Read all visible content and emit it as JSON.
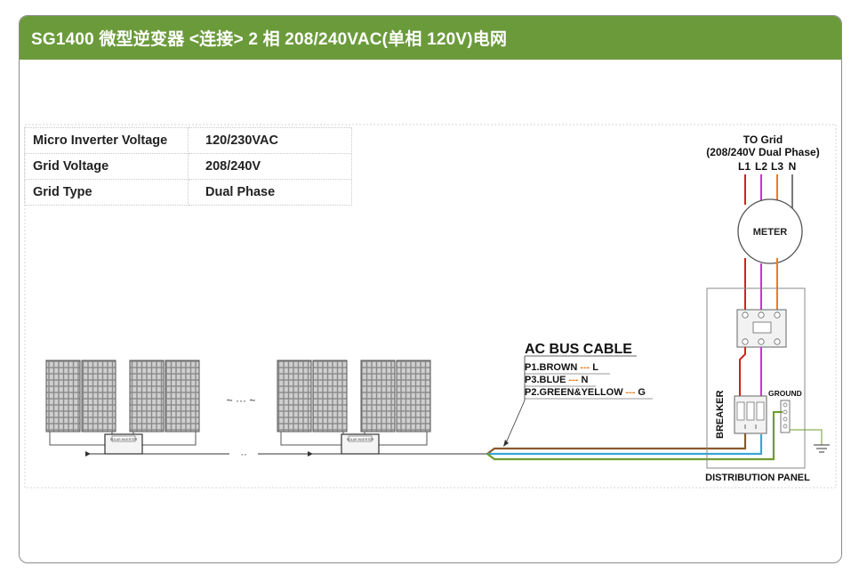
{
  "title": "SG1400 微型逆变器 <连接> 2 相 208/240VAC(单相 120V)电网",
  "spec_table": [
    {
      "label": "Micro Inverter Voltage",
      "value": "120/230VAC"
    },
    {
      "label": "Grid  Voltage",
      "value": "208/240V"
    },
    {
      "label": "Grid Type",
      "value": "Dual Phase"
    }
  ],
  "grid": {
    "heading": "TO Grid",
    "subheading": "(208/240V Dual Phase)",
    "lines": [
      "L1",
      "L2",
      "L3",
      "N"
    ]
  },
  "meter_label": "METER",
  "breaker_label": "BREAKER",
  "ground_label": "GROUND",
  "panel_label": "DISTRIBUTION PANEL",
  "ac_bus": {
    "title": "AC BUS CABLE",
    "pins": [
      {
        "pin": "P1.BROWN",
        "dash": "---",
        "code": "L"
      },
      {
        "pin": "P3.BLUE",
        "dash": "---",
        "code": "N"
      },
      {
        "pin": "P2.GREEN&YELLOW",
        "dash": "---",
        "code": "G"
      }
    ]
  },
  "ellipsis": "~ ··· ~",
  "inverter_label": "SOLAR INVERTER",
  "colors": {
    "title_bar": "#6b9a3b",
    "brown_wire": "#8a5a2b",
    "blue_wire": "#3aa6d8",
    "green_wire": "#6f9b2f",
    "l1_wire": "#d32020",
    "l2_wire": "#d02fd0",
    "l3_wire": "#f07a1a",
    "n_wire": "#7a7a7a",
    "dash_color": "#e87a1e"
  }
}
